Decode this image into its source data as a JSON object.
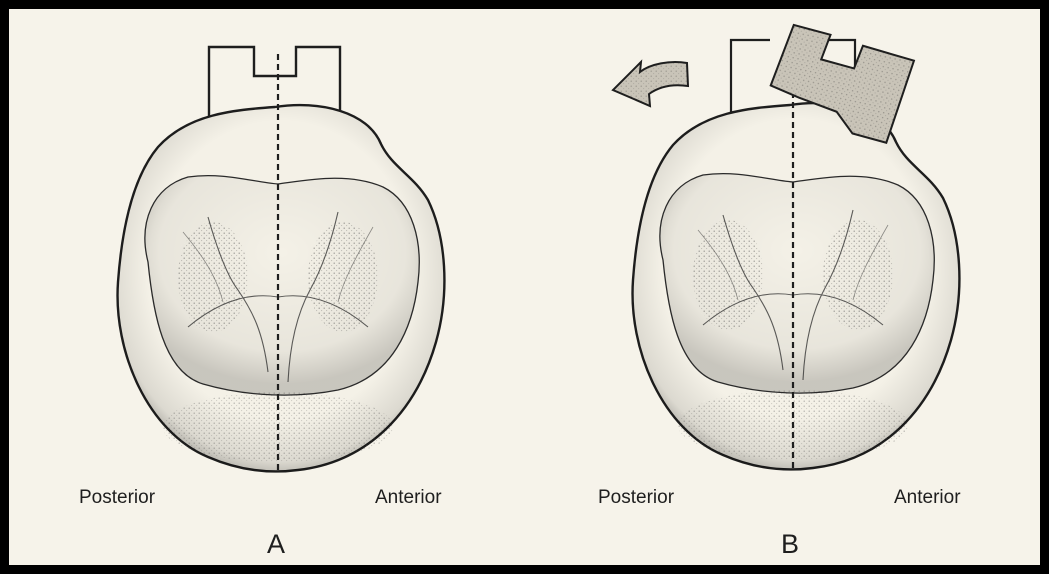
{
  "panels": [
    {
      "letter": "A",
      "posterior_label": "Posterior",
      "anterior_label": "Anterior"
    },
    {
      "letter": "B",
      "posterior_label": "Posterior",
      "anterior_label": "Anterior"
    }
  ],
  "colors": {
    "background": "#f6f3ea",
    "frame": "#000000",
    "ink": "#1e1e1e",
    "stipple_fill": "#c9c4b8"
  }
}
